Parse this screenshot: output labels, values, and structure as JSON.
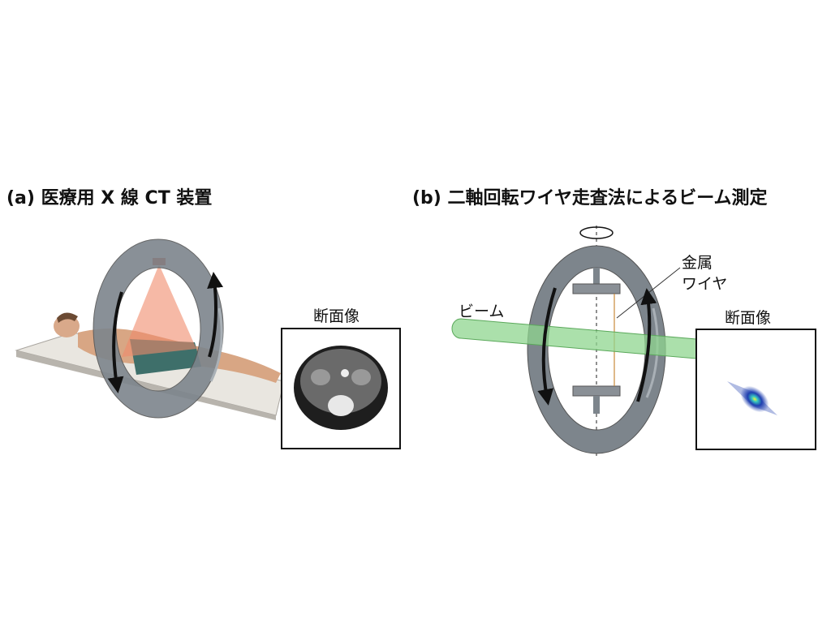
{
  "panel_a": {
    "title": "(a) 医療用 X 線 CT 装置",
    "cross_section_label": "断面像"
  },
  "panel_b": {
    "title": "(b) 二軸回転ワイヤ走査法によるビーム測定",
    "beam_label": "ビーム",
    "wire_label_line1": "金属",
    "wire_label_line2": "ワイヤ",
    "cross_section_label": "断面像"
  },
  "colors": {
    "ring": "#7d858c",
    "beam": "#8fd68f",
    "xray_cone": "#f08a6a",
    "source": "#d9461e"
  }
}
